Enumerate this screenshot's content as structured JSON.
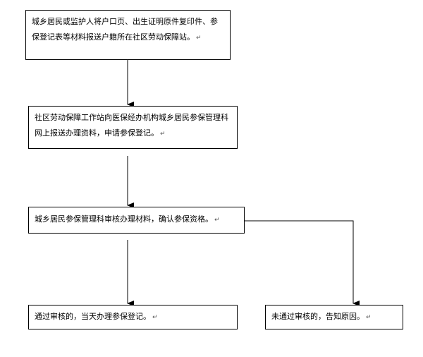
{
  "steps": [
    {
      "text": "城乡居民或监护人将户口页、出生证明原件复印件、参保登记表等材料报送户籍所在社区劳动保障站。",
      "mark": "↵"
    },
    {
      "text": "社区劳动保障工作站向医保经办机构城乡居民参保管理科网上报送办理资料，申请参保登记。",
      "mark": "↵"
    },
    {
      "text": "城乡居民参保管理科审核办理材料，确认参保资格。",
      "mark": "↵"
    },
    {
      "text": "通过审核的，当天办理参保登记。",
      "mark": "↵"
    },
    {
      "text": "未通过审核的，告知原因。",
      "mark": "↵"
    }
  ]
}
